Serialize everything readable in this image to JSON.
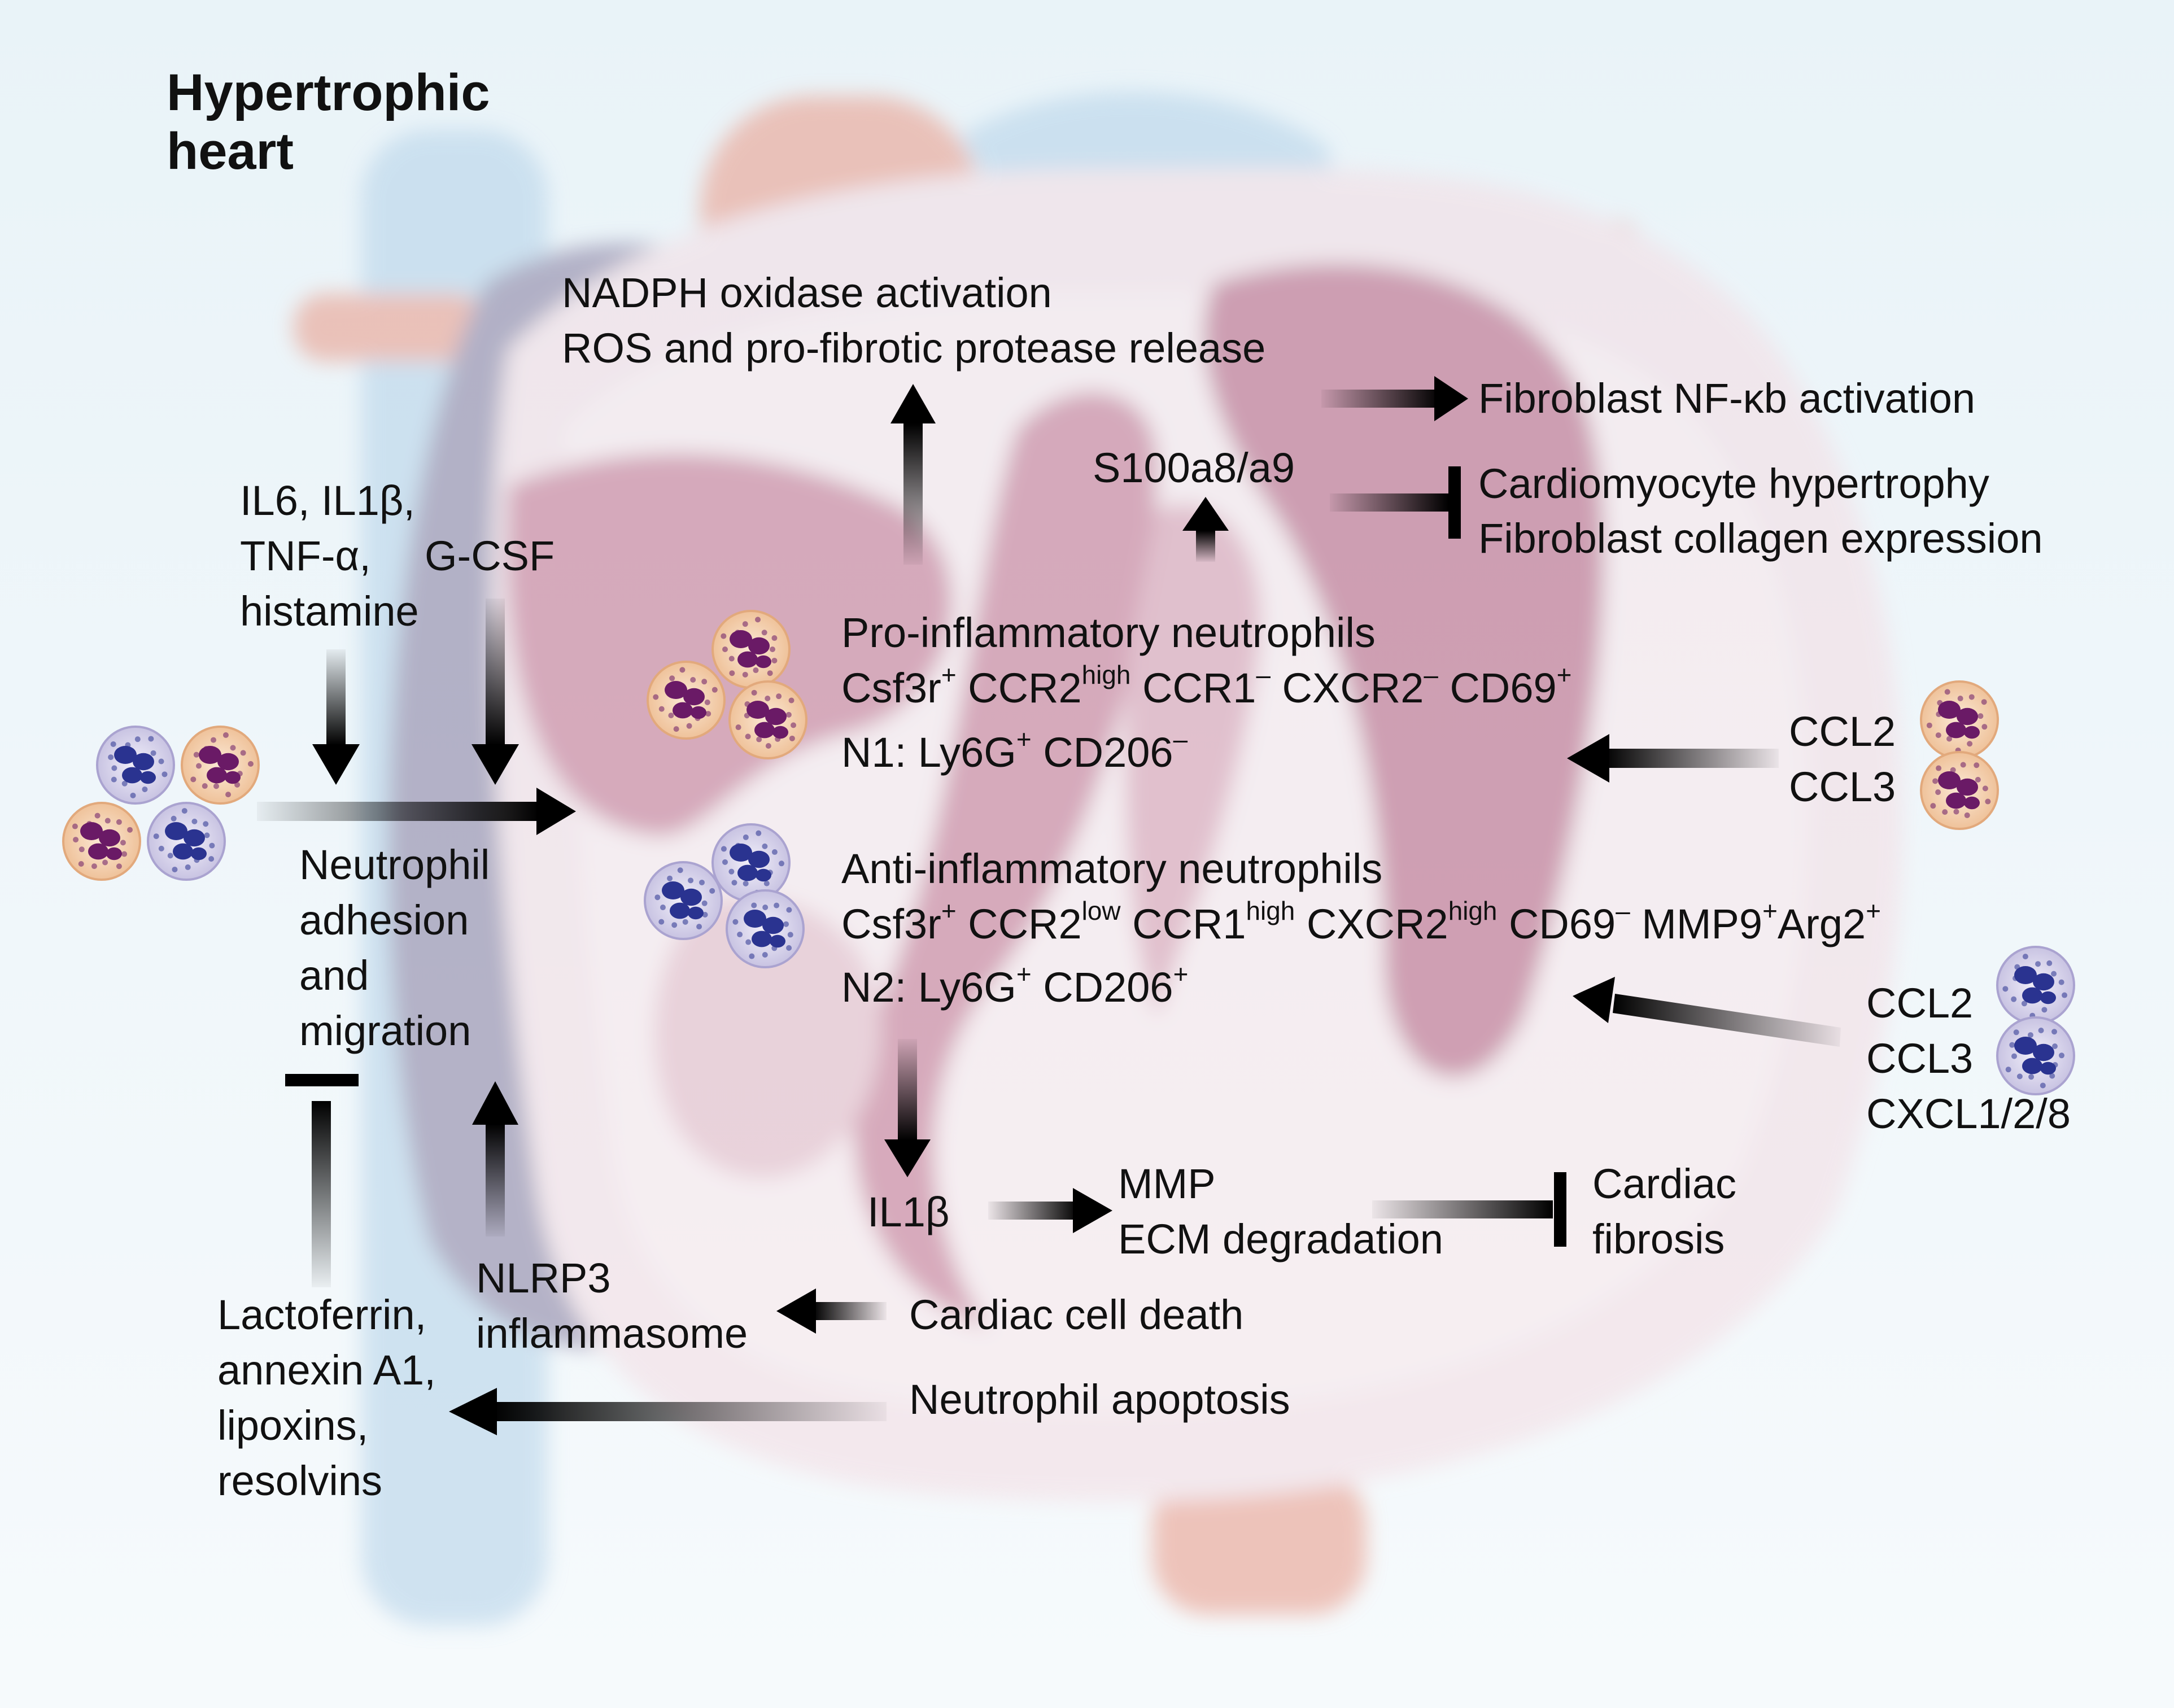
{
  "title": [
    "Hypertrophic",
    "heart"
  ],
  "top": {
    "line1": "NADPH oxidase activation",
    "line2": "ROS and pro-fibrotic protease release"
  },
  "right": {
    "nfkb": "Fibroblast NF-κb activation",
    "s100": "S100a8/a9",
    "inhib1": "Cardiomyocyte hypertrophy",
    "inhib2": "Fibroblast collagen expression",
    "ccl_a": [
      "CCL2",
      "CCL3"
    ],
    "ccl_b": [
      "CCL2",
      "CCL3",
      "CXCL1/2/8"
    ]
  },
  "left": {
    "cytokines": [
      "IL6, IL1β,",
      "TNF-α,",
      "histamine"
    ],
    "gcsf": "G-CSF",
    "adhesion": [
      "Neutrophil",
      "adhesion",
      "and",
      "migration"
    ],
    "resolving": [
      "Lactoferrin,",
      "annexin A1,",
      "lipoxins,",
      "resolvins"
    ],
    "nlrp3": [
      "NLRP3",
      "inflammasome"
    ]
  },
  "pro": {
    "heading": "Pro-inflammatory neutrophils",
    "markers": [
      {
        "base": "Csf3r",
        "sup": "+"
      },
      {
        "base": "CCR2",
        "sup": "high"
      },
      {
        "base": "CCR1",
        "sup": "–"
      },
      {
        "base": "CXCR2",
        "sup": "–"
      },
      {
        "base": "CD69",
        "sup": "+"
      }
    ],
    "n_prefix": "N1: Ly6G",
    "n_sup1": "+",
    "n_mid": "CD206",
    "n_sup2": "–"
  },
  "anti": {
    "heading": "Anti-inflammatory neutrophils",
    "markers": [
      {
        "base": "Csf3r",
        "sup": "+"
      },
      {
        "base": "CCR2",
        "sup": "low"
      },
      {
        "base": "CCR1",
        "sup": "high"
      },
      {
        "base": "CXCR2",
        "sup": "high"
      },
      {
        "base": "CD69",
        "sup": "–"
      },
      {
        "base": "MMP9",
        "sup": "+"
      },
      {
        "base": "Arg2",
        "sup": "+"
      }
    ],
    "n_prefix": "N2: Ly6G",
    "n_sup1": "+",
    "n_mid": "CD206",
    "n_sup2": "+"
  },
  "bottom": {
    "il1b": "IL1β",
    "mmp": "MMP",
    "ecm": "ECM degradation",
    "fibrosis": [
      "Cardiac",
      "fibrosis"
    ],
    "celldeath": "Cardiac cell death",
    "apoptosis": "Neutrophil apoptosis"
  },
  "colors": {
    "n1_cell": "#f6d8b8",
    "n1_nucleus": "#6a1a66",
    "n2_cell": "#e4e0f2",
    "n2_nucleus": "#2a3390",
    "arrow": "#000000",
    "heart_wall": "#f1dde3",
    "myocardium": "#c97c96",
    "vessel_blue": "#b9d5ea",
    "vessel_red": "#e9a393"
  }
}
